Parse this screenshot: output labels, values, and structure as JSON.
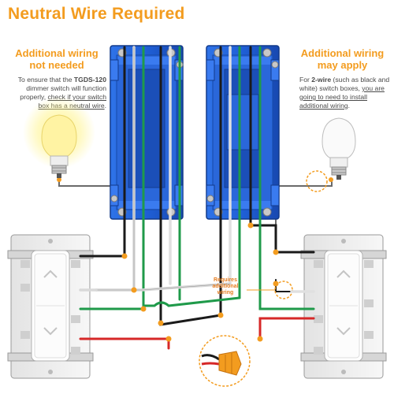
{
  "title": "Neutral Wire Required",
  "left_panel": {
    "heading_line1": "Additional wiring",
    "heading_line2": "not needed",
    "body_part1": "To ensure that the ",
    "body_bold": "TGDS-120",
    "body_part2": " dimmer switch will function properly, ",
    "body_link": "check if your switch box has a neutral wire",
    "body_end": "."
  },
  "right_panel": {
    "heading_line1": "Additional wiring",
    "heading_line2": "may apply",
    "body_part1": "For ",
    "body_bold": "2-wire",
    "body_part2": " (such as black and white) switch boxes, ",
    "body_link": "you are going to need to install additional wiring",
    "body_end": "."
  },
  "callout": {
    "line1": "Requires",
    "line2": "additional",
    "line3": "wiring"
  },
  "colors": {
    "accent": "#f39c1f",
    "box_blue": "#1f5fd6",
    "wire_black": "#1a1a1a",
    "wire_white": "#e8e8e8",
    "wire_green": "#1f9a4a",
    "wire_red": "#d62828",
    "gray_line": "#666666"
  },
  "icons": [
    "led-bulb-lit-icon",
    "led-bulb-unlit-icon",
    "dimmer-switch-icon",
    "wire-nut-icon"
  ]
}
